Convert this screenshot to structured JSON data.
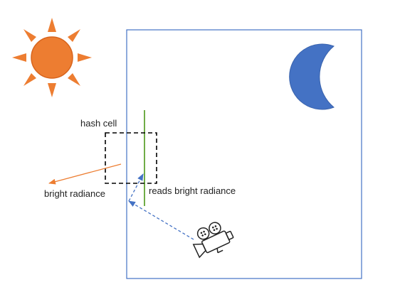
{
  "labels": {
    "hash_cell": "hash cell",
    "bright_radiance": "bright radiance",
    "reads_bright_radiance": "reads bright radiance"
  },
  "icons": {
    "sun": "sun-icon",
    "moon": "crescent-moon-icon",
    "camera": "movie-camera-icon"
  },
  "colors": {
    "sun": "#ED7D31",
    "moon": "#4472C4",
    "room_border": "#4472C4",
    "surface": "#70AD47",
    "radiance_arrow": "#ED7D31",
    "camera_ray": "#4472C4",
    "hash_cell_border": "#000000"
  }
}
